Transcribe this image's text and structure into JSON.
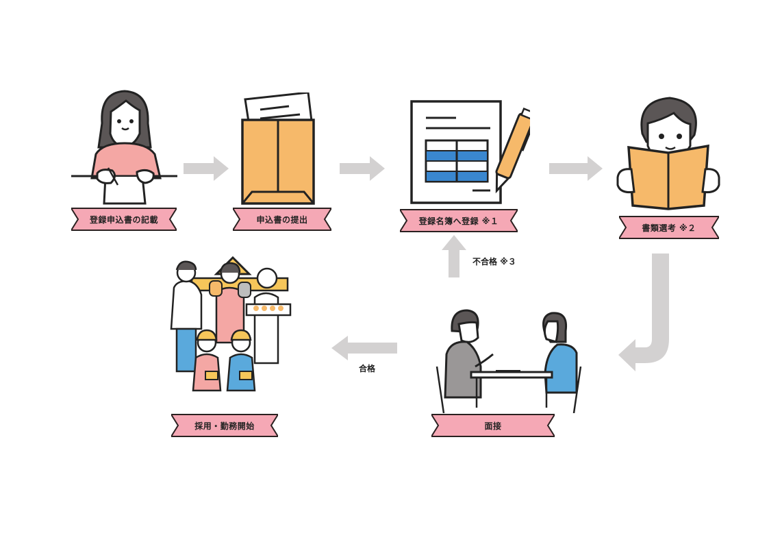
{
  "steps": [
    {
      "id": "fill-application",
      "label": "登録申込書の記載",
      "illustration": "woman-writing-icon"
    },
    {
      "id": "submit-application",
      "label": "申込書の提出",
      "illustration": "envelope-icon"
    },
    {
      "id": "register-list",
      "label": "登録名簿へ登録 ※１",
      "illustration": "document-pen-icon"
    },
    {
      "id": "document-screening",
      "label": "書類選考 ※２",
      "illustration": "boy-reading-icon"
    },
    {
      "id": "interview",
      "label": "面接",
      "illustration": "interview-icon"
    },
    {
      "id": "hire-start",
      "label": "採用・勤務開始",
      "illustration": "staff-group-icon"
    }
  ],
  "transitions": {
    "fail_label": "不合格 ※３",
    "pass_label": "合格"
  },
  "colors": {
    "ribbon_fill": "#f5a8b5",
    "ribbon_border": "#2a2020",
    "arrow": "#d3d1d1",
    "envelope": "#f6b96a",
    "table_blue": "#3a87cf",
    "shirt_pink": "#f4a7a4",
    "jacket_blue": "#5aa9dc"
  }
}
